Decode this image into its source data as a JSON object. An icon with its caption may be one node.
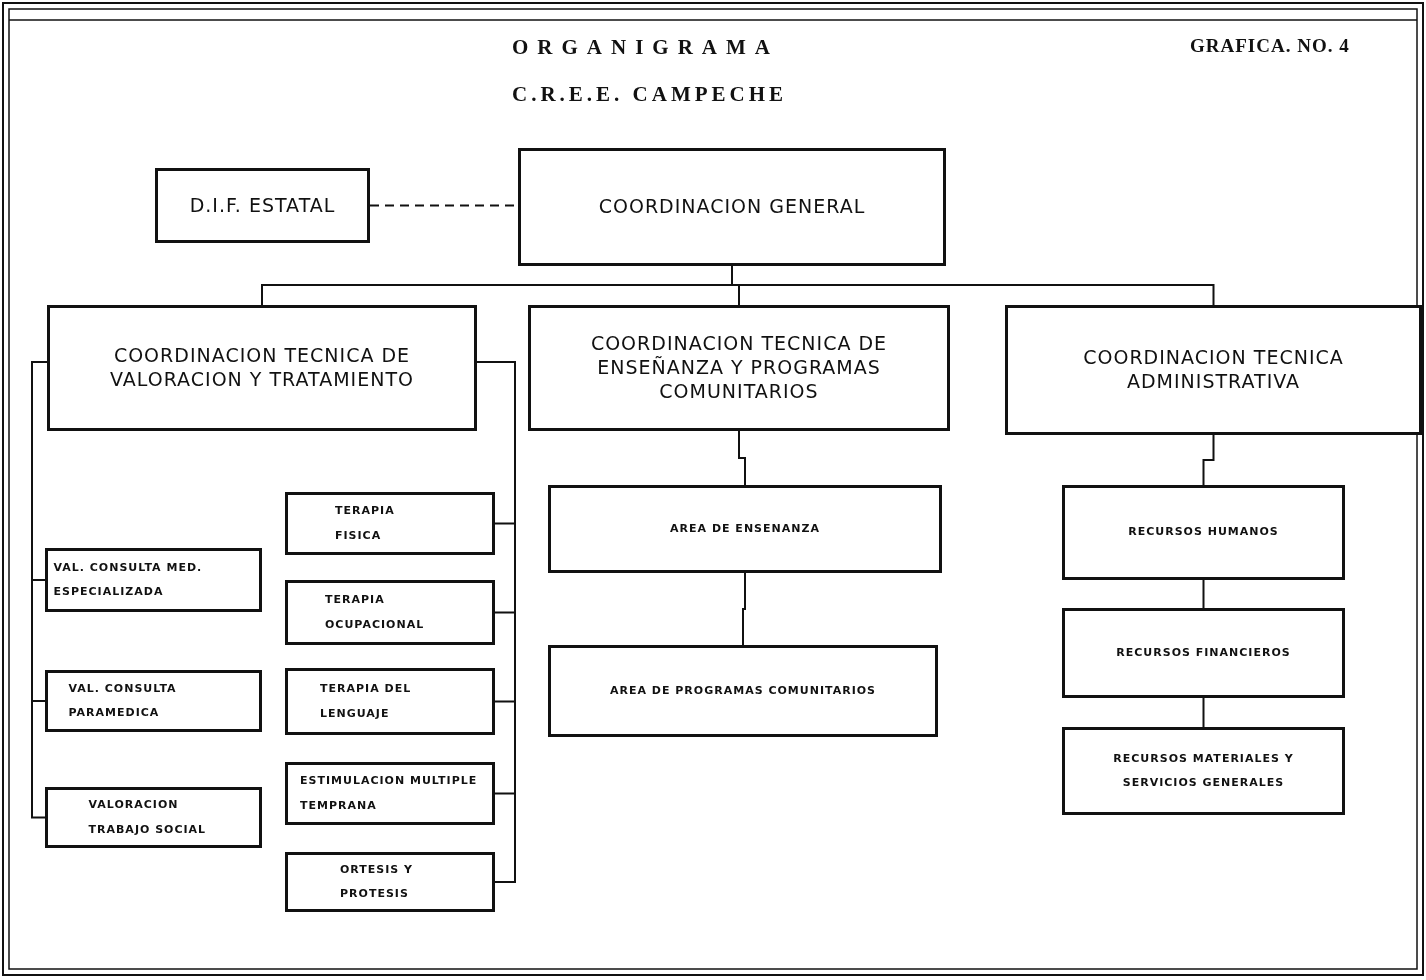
{
  "diagram": {
    "title": "ORGANIGRAMA",
    "nodes": [
      {
        "text": [
          "COORDINACION GENERAL"
        ]
      },
      {
        "text": [
          "D.I.F. ESTATAL"
        ]
      },
      {
        "text": [
          "COORDINACION TECNICA DE VALORACION Y TRATAMIENTO"
        ]
      },
      {
        "text": [
          "COORDINACION TECNICA DE ENSEÑANZA Y PROGRAMAS COMUNITARIOS"
        ]
      },
      {
        "text": [
          "COORDINACION TECNICA ADMINISTRATIVA"
        ]
      },
      {
        "text": [
          "VAL. CONSULTA MED. ESPECIALIZADA"
        ]
      },
      {
        "text": [
          "VAL. CONSULTA PARAMEDICA"
        ]
      },
      {
        "text": [
          "VALORACION TRABAJO SOCIAL"
        ]
      },
      {
        "text": [
          "TERAPIA FISICA"
        ]
      },
      {
        "text": [
          "TERAPIA OCUPACIONAL"
        ]
      },
      {
        "text": [
          "TERAPIA DEL LENGUAJE"
        ]
      },
      {
        "text": [
          "ESTIMULACION MULTIPLE TEMPRANA"
        ]
      },
      {
        "text": [
          "ORTESIS Y PROTESIS"
        ]
      },
      {
        "text": [
          "AREA DE ENSENANZA"
        ]
      },
      {
        "text": [
          "AREA DE PROGRAMAS COMUNITARIOS"
        ]
      },
      {
        "text": [
          "RECURSOS HUMANOS"
        ]
      },
      {
        "text": [
          "RECURSOS FINANCIEROS"
        ]
      },
      {
        "text": [
          "RECURSOS MATERIALES Y SERVICIOS GENERALES"
        ]
      }
    ],
    "edges": [
      {
        "from": 1,
        "to": 0,
        "arrow": "none",
        "style": "dashed"
      },
      {
        "from": 0,
        "to": 2,
        "arrow": "none"
      },
      {
        "from": 0,
        "to": 3,
        "arrow": "none"
      },
      {
        "from": 0,
        "to": 4,
        "arrow": "none"
      },
      {
        "from": 2,
        "to": 5,
        "arrow": "none"
      },
      {
        "from": 2,
        "to": 6,
        "arrow": "none"
      },
      {
        "from": 2,
        "to": 7,
        "arrow": "none"
      },
      {
        "from": 2,
        "to": 8,
        "arrow": "none"
      },
      {
        "from": 2,
        "to": 9,
        "arrow": "none"
      },
      {
        "from": 2,
        "to": 10,
        "arrow": "none"
      },
      {
        "from": 2,
        "to": 11,
        "arrow": "none"
      },
      {
        "from": 2,
        "to": 12,
        "arrow": "none"
      },
      {
        "from": 3,
        "to": 13,
        "arrow": "none"
      },
      {
        "from": 13,
        "to": 14,
        "arrow": "none"
      },
      {
        "from": 4,
        "to": 15,
        "arrow": "none"
      },
      {
        "from": 15,
        "to": 16,
        "arrow": "none"
      },
      {
        "from": 16,
        "to": 17,
        "arrow": "none"
      }
    ],
    "labels": [
      "GRAFICA. NO. 4",
      "C.R.E.E. CAMPECHE"
    ]
  }
}
